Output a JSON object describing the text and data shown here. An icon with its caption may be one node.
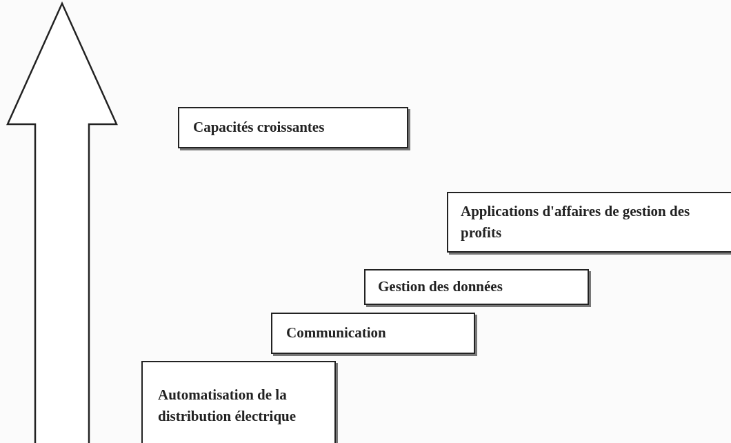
{
  "diagram": {
    "nodes": [
      {
        "text": [
          "Capacités croissantes"
        ]
      },
      {
        "text": [
          "Applications d'affaires de gestion des profits"
        ]
      },
      {
        "text": [
          "Gestion des données"
        ]
      },
      {
        "text": [
          "Communication"
        ]
      },
      {
        "text": [
          "Automatisation de la distribution électrique"
        ]
      }
    ]
  }
}
